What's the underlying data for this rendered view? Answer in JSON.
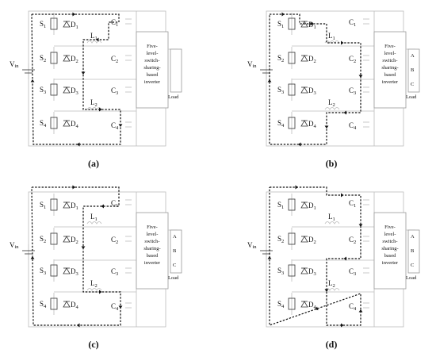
{
  "panels": [
    {
      "id": "a",
      "caption_letter": "a",
      "load_terminals": [],
      "load_label": "Load",
      "route": [
        [
          40,
          18
        ],
        [
          150,
          18
        ],
        [
          150,
          28
        ],
        [
          137,
          28
        ],
        [
          137,
          50
        ],
        [
          105,
          50
        ],
        [
          105,
          138
        ],
        [
          152,
          138
        ],
        [
          152,
          182
        ],
        [
          42,
          182
        ],
        [
          40,
          18
        ]
      ]
    },
    {
      "id": "b",
      "caption_letter": "b",
      "load_terminals": [
        "A",
        "B",
        "C"
      ],
      "load_label": "Load",
      "route": [
        [
          340,
          18
        ],
        [
          378,
          18
        ],
        [
          378,
          30
        ],
        [
          412,
          30
        ],
        [
          412,
          54
        ],
        [
          455,
          54
        ],
        [
          455,
          142
        ],
        [
          412,
          142
        ],
        [
          412,
          182
        ],
        [
          340,
          182
        ],
        [
          340,
          18
        ]
      ]
    },
    {
      "id": "c",
      "caption_letter": "c",
      "load_terminals": [
        "A",
        "B",
        "C"
      ],
      "load_label": "Load",
      "route": [
        [
          40,
          236
        ],
        [
          150,
          236
        ],
        [
          150,
          260
        ],
        [
          105,
          260
        ],
        [
          105,
          368
        ],
        [
          152,
          368
        ],
        [
          152,
          410
        ],
        [
          42,
          410
        ],
        [
          40,
          236
        ]
      ]
    },
    {
      "id": "d",
      "caption_letter": "d",
      "load_terminals": [
        "A",
        "B",
        "C"
      ],
      "load_label": "Load",
      "route": [
        [
          340,
          236
        ],
        [
          412,
          236
        ],
        [
          412,
          246
        ],
        [
          455,
          246
        ],
        [
          455,
          326
        ],
        [
          412,
          326
        ],
        [
          412,
          410
        ],
        [
          455,
          410
        ],
        [
          455,
          370
        ],
        [
          340,
          410
        ],
        [
          340,
          236
        ]
      ]
    }
  ],
  "labels": {
    "vin_main": "V",
    "vin_sub": "in",
    "s1": "S",
    "s2": "S",
    "s3": "S",
    "s4": "S",
    "d": "D",
    "c": "C",
    "l": "L",
    "inverter_lines": [
      "Five-",
      "level-",
      "switch-",
      "sharing-",
      "based",
      "inverter"
    ]
  },
  "captions": [
    "(a)",
    "(b)",
    "(c)",
    "(d)"
  ],
  "colors": {
    "wire": "#bdbdbd",
    "path": "#111111",
    "box": "#9a9a9a"
  }
}
